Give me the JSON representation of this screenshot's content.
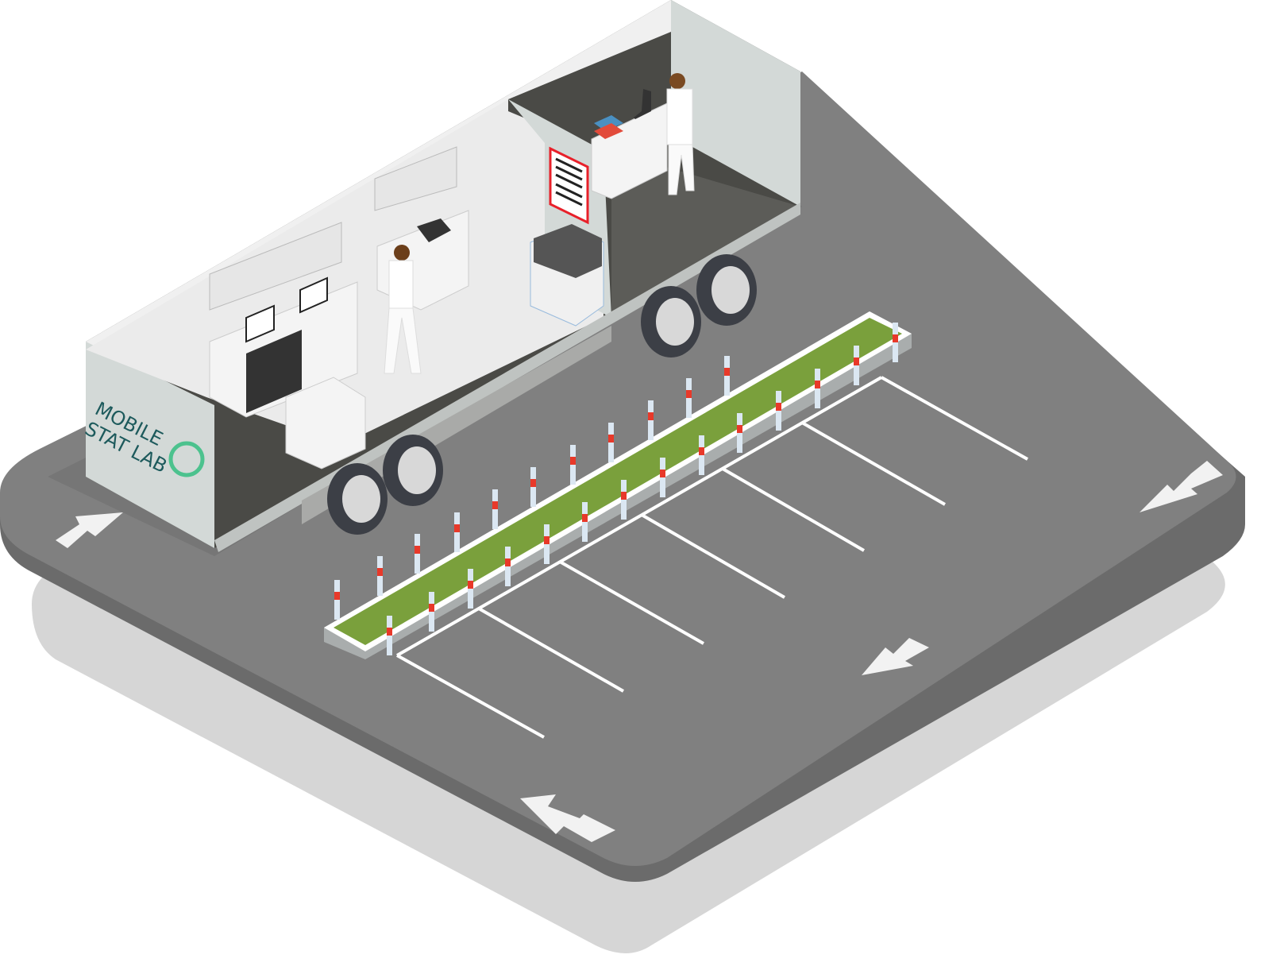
{
  "illustration": {
    "title": "Isometric mobile lab trailer in parking lot",
    "trailer": {
      "logo_line1": "MOBILE",
      "logo_line2": "STAT LAB",
      "logo_text_color": "#1d5a5c",
      "logo_icon_color": "#4cc28e"
    },
    "colors": {
      "ground_top": "#808080",
      "ground_side": "#6b6b6b",
      "shadow": "#d6d6d6",
      "trailer_floor": "#4a4a46",
      "trailer_wall": "#ebebeb",
      "trailer_panel": "#d3d9d7",
      "median_grass": "#7aa03c",
      "median_border": "#ffffff",
      "bollard": "#dbe7f2",
      "bollard_band": "#e8392a",
      "notice_border": "#e8202a",
      "line_paint": "#ffffff"
    },
    "elements": {
      "notice_sign": "notice-poster",
      "people_count": 2,
      "monitors": 2,
      "parking_spaces": 6,
      "bollards": 25,
      "arrows": 4
    }
  }
}
